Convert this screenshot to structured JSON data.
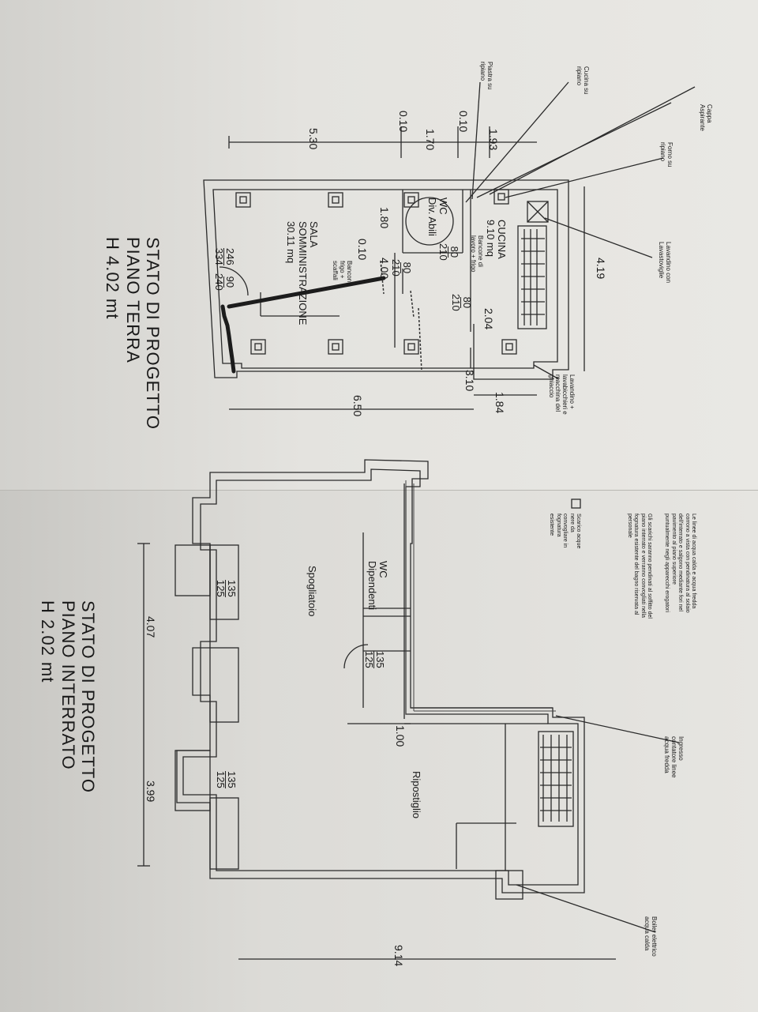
{
  "piano_terra": {
    "title_lines": [
      "STATO DI PROGETTO",
      "PIANO TERRA",
      "H 4.02 mt"
    ],
    "dimensions": {
      "d_193": "1.93",
      "d_170": "1.70",
      "d_010_a": "0.10",
      "d_010_b": "0.10",
      "d_530": "5.30",
      "d_419": "4.19",
      "d_204": "2.04",
      "d_310": "3.10",
      "d_184": "1.84",
      "d_650": "6.50",
      "d_180": "1.80",
      "d_400": "4.00",
      "d_010_c": "0.10"
    },
    "openings": {
      "o1_n": "80",
      "o1_d": "210",
      "o2_n": "80",
      "o2_d": "210",
      "o3_n": "80",
      "o3_d": "210",
      "o4_n": "246",
      "o4_d": "334",
      "o5_n": "90",
      "o5_d": "240"
    },
    "rooms": {
      "cucina_name": "CUCINA",
      "cucina_area": "9.10 mq",
      "wc_name": "WC",
      "wc_sub": "Div. Abili",
      "sala_line1": "SALA",
      "sala_line2": "SOMMINISTRAZIONE",
      "sala_area": "30.11 mq",
      "bancone_lavoro_1": "Bancone di",
      "bancone_lavoro_2": "lavoro + frigo",
      "bancone_sala_1": "Bancone",
      "bancone_sala_2": "frigo +",
      "bancone_sala_3": "scaffali"
    },
    "callouts": {
      "cappa_1": "Cappa",
      "cappa_2": "Aspirante",
      "forno_1": "Forno su",
      "forno_2": "ripiano",
      "piastra_1": "Piastra su",
      "piastra_2": "ripiano",
      "cucina_ripiano_1": "Cucina su",
      "cucina_ripiano_2": "ripiano",
      "lavandino_1": "Lavandino con",
      "lavandino_2": "Lavastoviglie",
      "lavabicchieri_1": "Lavandino +",
      "lavabicchieri_2": "lavabicchieri e",
      "lavabicchieri_3": "macchina del",
      "lavabicchieri_4": "ghiaccio"
    }
  },
  "piano_interrato": {
    "title_lines": [
      "STATO DI PROGETTO",
      "PIANO INTERRATO",
      "H 2.02 mt"
    ],
    "dimensions": {
      "d_407": "4.07",
      "d_399": "3.99",
      "d_914": "9.14",
      "d_100": "1.00"
    },
    "openings": {
      "a_n": "135",
      "a_d": "125",
      "b_n": "135",
      "b_d": "125",
      "c_n": "135",
      "c_d": "125"
    },
    "rooms": {
      "wc_1": "WC",
      "wc_2": "Dipendenti",
      "spogliatoio": "Spogliatoio",
      "ripostiglio": "Ripostiglio"
    },
    "callouts": {
      "ingresso_1": "Ingresso",
      "ingresso_2": "contatore linee",
      "ingresso_3": "acqua fredda",
      "boiler_1": "Boiler elettrico",
      "boiler_2": "acqua calda"
    },
    "notes": {
      "note1_lines": [
        "Le linee di acqua calda e acqua fredda",
        "corrono a vista con pendinatura al solaio",
        "dell'interrato e salgono mediante fori nel",
        "pavimento al piano superiore",
        "puntualmente negli apparecchi erogatori"
      ],
      "note2_lines": [
        "Gli scarichi saranno pendinati al soffitto del",
        "piano interrato e verranno convogliati nella",
        "fognatura esistente del bagno riservata al",
        "personale"
      ],
      "legend_lines": [
        "Scarico acque",
        "nere da",
        "convogliare in",
        "fognatura",
        "esistente"
      ]
    }
  }
}
